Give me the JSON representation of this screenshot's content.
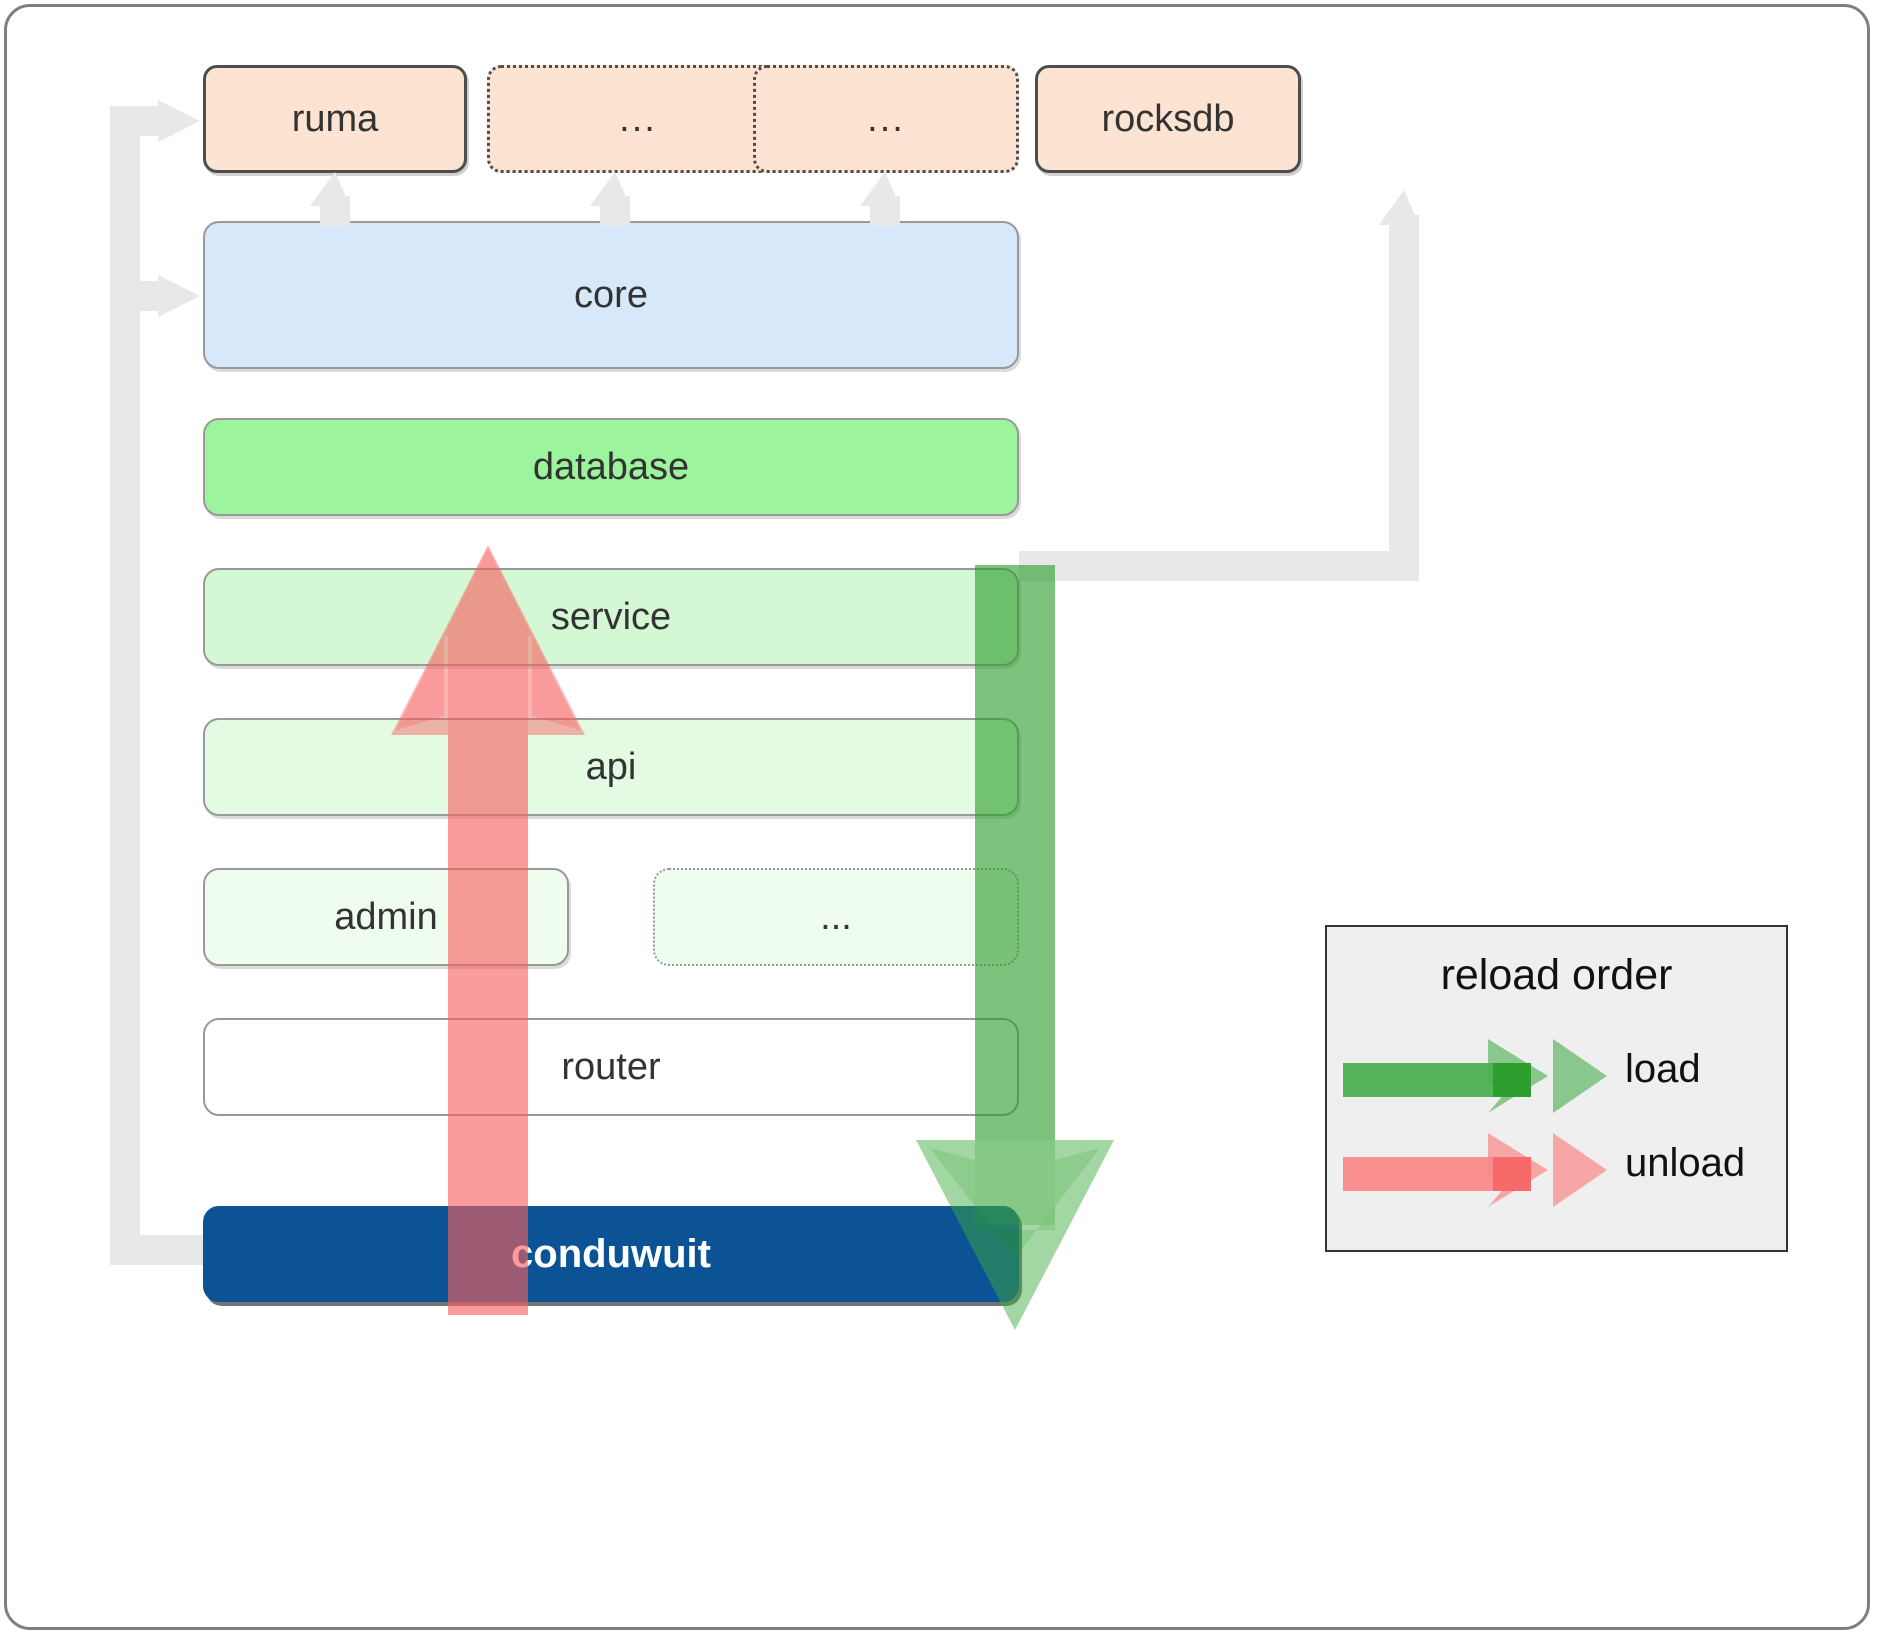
{
  "diagram": {
    "title": "conduwuit crate architecture / reload order",
    "crates": [
      {
        "label": "ruma",
        "style": "solid"
      },
      {
        "label": "...",
        "style": "dotted"
      },
      {
        "label": "...",
        "style": "dotted"
      },
      {
        "label": "rocksdb",
        "style": "solid"
      }
    ],
    "layers": [
      {
        "label": "core",
        "style": "solid"
      },
      {
        "label": "database",
        "style": "solid"
      },
      {
        "label": "service",
        "style": "solid"
      },
      {
        "label": "api",
        "style": "solid"
      },
      {
        "label": "admin",
        "style": "solid"
      },
      {
        "label": "...",
        "style": "dotted"
      },
      {
        "label": "router",
        "style": "solid"
      }
    ],
    "app": {
      "label": "conduwuit"
    }
  },
  "legend": {
    "title": "reload order",
    "items": [
      {
        "label": "load",
        "color": "#5aab5a",
        "direction": "down"
      },
      {
        "label": "unload",
        "color": "#fa8a8a",
        "direction": "up"
      }
    ]
  },
  "colors": {
    "crate_fill": "#fce3d2",
    "crate_border": "#4d4d4d",
    "core_fill": "#d7e8fb",
    "database_fill": "#9cf59c",
    "service_fill": "#d3f8d3",
    "api_fill": "#e2fbe2",
    "admin_fill": "#effdef",
    "router_fill": "#ffffff",
    "app_fill": "#0b5394",
    "app_text": "#ffffff",
    "connector": "#e8e8e8",
    "load_arrow": "#4caf50",
    "unload_arrow": "#f98989",
    "legend_bg": "#efefef",
    "frame_border": "#7f7f7f",
    "text": "#333333"
  }
}
